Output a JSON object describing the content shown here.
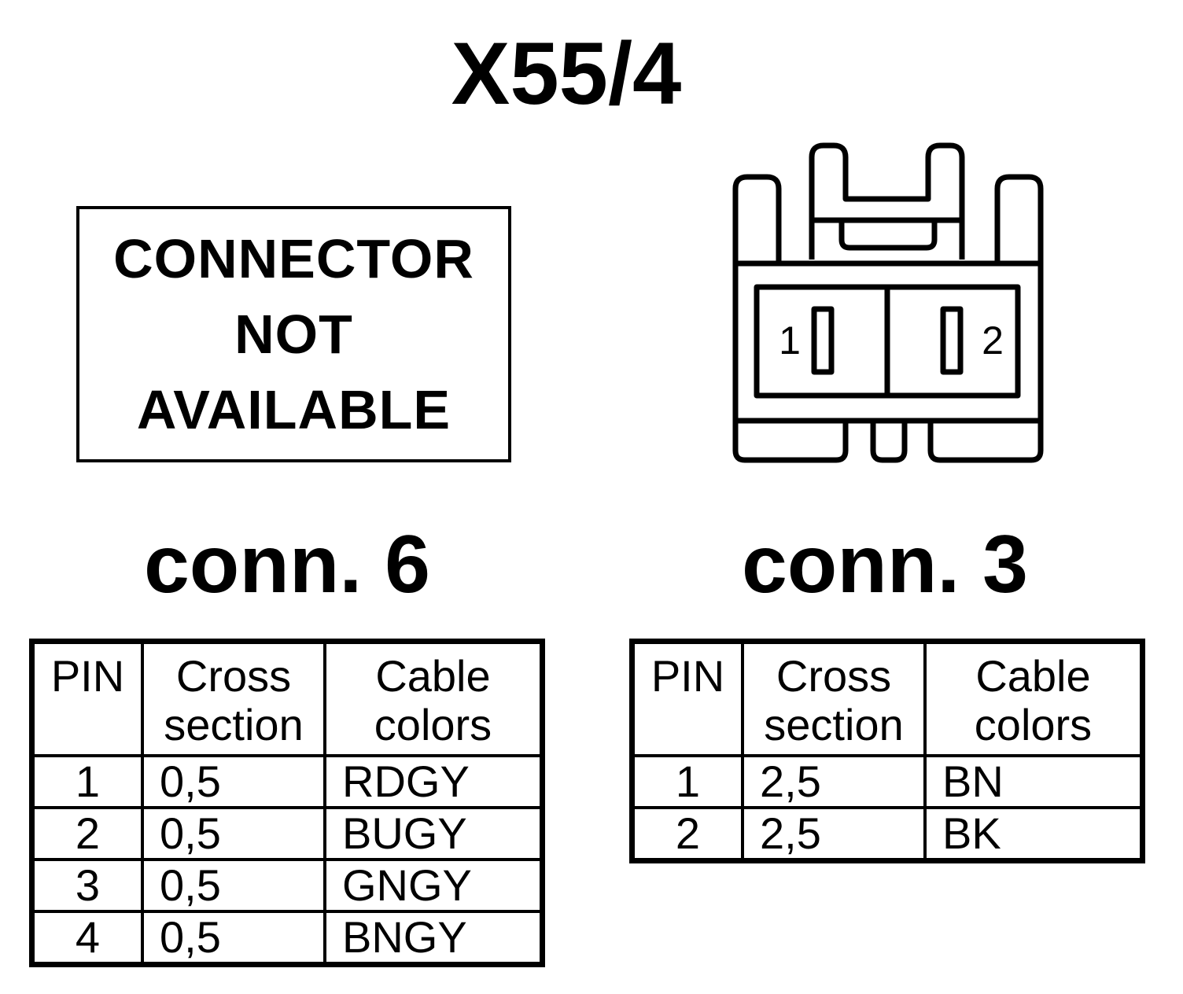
{
  "title": "X55/4",
  "left": {
    "notice": [
      "CONNECTOR",
      "NOT",
      "AVAILABLE"
    ],
    "label": "conn. 6",
    "table": {
      "headers": [
        "PIN",
        "Cross\nsection",
        "Cable\ncolors"
      ],
      "rows": [
        [
          "1",
          "0,5",
          "RDGY"
        ],
        [
          "2",
          "0,5",
          "BUGY"
        ],
        [
          "3",
          "0,5",
          "GNGY"
        ],
        [
          "4",
          "0,5",
          "BNGY"
        ]
      ]
    }
  },
  "right": {
    "pin_labels": [
      "1",
      "2"
    ],
    "label": "conn. 3",
    "table": {
      "headers": [
        "PIN",
        "Cross\nsection",
        "Cable\ncolors"
      ],
      "rows": [
        [
          "1",
          "2,5",
          "BN"
        ],
        [
          "2",
          "2,5",
          "BK"
        ]
      ]
    }
  }
}
